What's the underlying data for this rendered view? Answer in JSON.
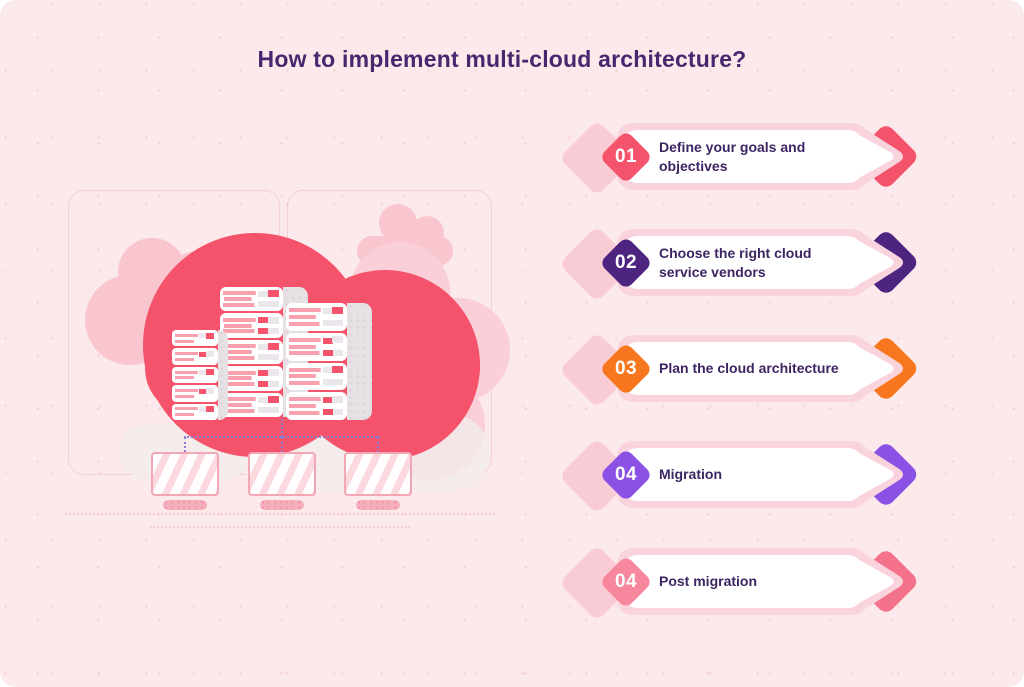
{
  "title": "How to implement multi-cloud architecture?",
  "theme": {
    "bg": "#FCE9EB",
    "title": "#45286E",
    "text": "#3D2463",
    "cloudred": "#F4536B",
    "lightpink": "#F9C6CF",
    "bannerborder": "#FAD4DC",
    "backdiamond": "#F8CBD5",
    "connector": "#8F7CD1"
  },
  "steps": [
    {
      "number": "01",
      "label": "Define your goals and objectives",
      "color": "#F4536B",
      "chevron_color": "#F4536B"
    },
    {
      "number": "02",
      "label": "Choose the right cloud service vendors",
      "color": "#4D2580",
      "chevron_color": "#4D2580"
    },
    {
      "number": "03",
      "label": "Plan the cloud architecture",
      "color": "#F8771E",
      "chevron_color": "#F8771E"
    },
    {
      "number": "04",
      "label": "Migration",
      "color": "#8B51E5",
      "chevron_color": "#8B51E5"
    },
    {
      "number": "04",
      "label": "Post migration",
      "color": "#F6879C",
      "chevron_color": "#F4738B"
    }
  ],
  "illustration": {
    "icons": [
      "cloud-icon",
      "server-rack-icon",
      "monitor-icon"
    ]
  }
}
